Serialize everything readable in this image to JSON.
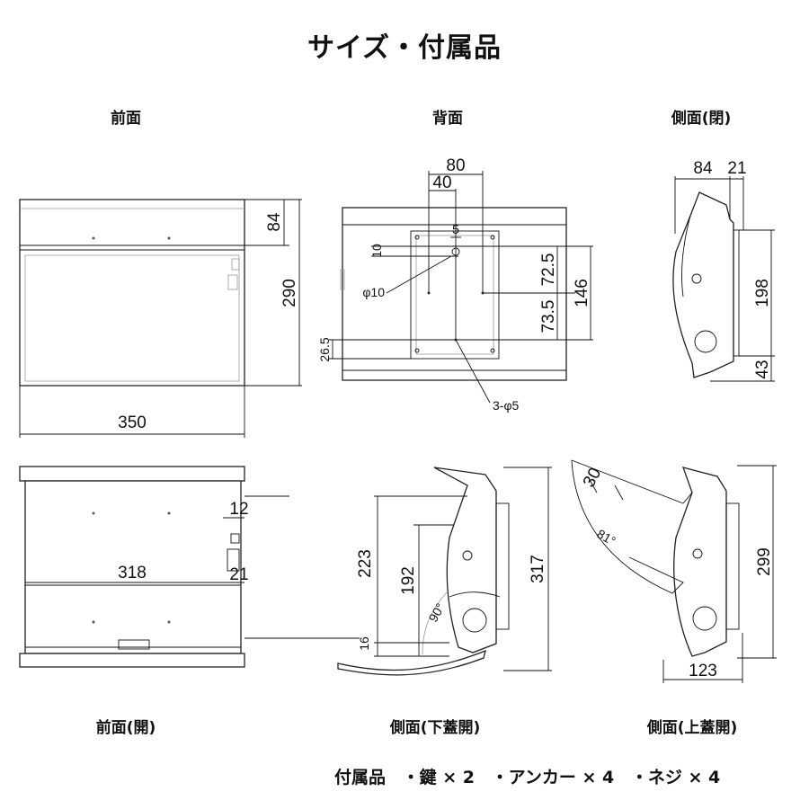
{
  "title": "サイズ・付属品",
  "views": {
    "front": "前面",
    "back": "背面",
    "side_closed": "側面(閉)",
    "front_open": "前面(開)",
    "side_lower_open": "側面(下蓋開)",
    "side_upper_open": "側面(上蓋開)"
  },
  "dimensions": {
    "front_height_top": "84",
    "front_height": "290",
    "front_width": "350",
    "back_80": "80",
    "back_40": "40",
    "back_5": "5",
    "back_10": "10",
    "back_phi10": "φ10",
    "back_72_5": "72.5",
    "back_73_5": "73.5",
    "back_146": "146",
    "back_26_5": "26.5",
    "back_3phi5": "3-φ5",
    "side_84": "84",
    "side_21": "21",
    "side_198": "198",
    "side_43": "43",
    "open_12": "12",
    "open_318": "318",
    "open_21": "21",
    "lower_223": "223",
    "lower_192": "192",
    "lower_317": "317",
    "lower_16": "16",
    "lower_angle": "90°",
    "upper_30": "30",
    "upper_angle": "81°",
    "upper_299": "299",
    "upper_123": "123"
  },
  "accessories": {
    "label": "付属品",
    "key": "・鍵 × 2",
    "anchor": "・アンカー × 4",
    "screw": "・ネジ × 4"
  }
}
